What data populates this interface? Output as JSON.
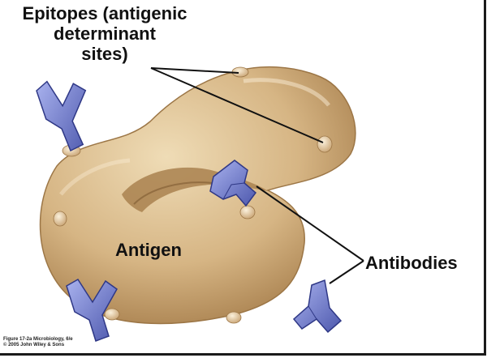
{
  "labels": {
    "epitopes_line1": "Epitopes (antigenic",
    "epitopes_line2": "determinant",
    "epitopes_line3": "sites)",
    "antigen": "Antigen",
    "antibodies": "Antibodies"
  },
  "credit": {
    "line1": "Figure 17-2a  Microbiology, 6/e",
    "line2": "© 2005 John Wiley & Sons"
  },
  "colors": {
    "antigen_fill": "#d8b98a",
    "antigen_shade": "#b8915c",
    "antibody_fill": "#6c78c8",
    "antibody_dark": "#3f4a9a",
    "epitope": "#e9d3ad"
  }
}
